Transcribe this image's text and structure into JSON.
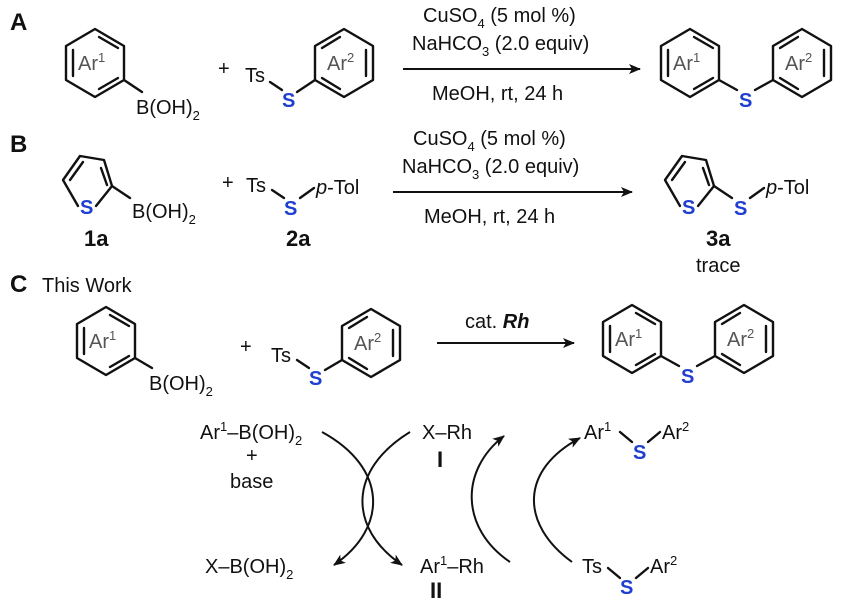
{
  "section_a": {
    "label": "A",
    "boronic": "B(OH)",
    "plus": "+",
    "ts": "Ts",
    "s": "S",
    "ar1": "Ar",
    "ar1_sup": "1",
    "ar2": "Ar",
    "ar2_sup": "2",
    "b_sub": "2",
    "cond_line1_a": "CuSO",
    "cond_line1_sub": "4",
    "cond_line1_b": " (5 mol %)",
    "cond_line2_a": "NaHCO",
    "cond_line2_sub": "3",
    "cond_line2_b": " (2.0 equiv)",
    "cond_line3": "MeOH, rt, 24 h"
  },
  "section_b": {
    "label": "B",
    "boronic": "B(OH)",
    "b_sub": "2",
    "plus": "+",
    "ts": "Ts",
    "s": "S",
    "ptol": "p",
    "ptol_rest": "-Tol",
    "cpd_1a": "1a",
    "cpd_2a": "2a",
    "cpd_3a": "3a",
    "result": "trace",
    "cond_line1_a": "CuSO",
    "cond_line1_sub": "4",
    "cond_line1_b": " (5 mol %)",
    "cond_line2_a": "NaHCO",
    "cond_line2_sub": "3",
    "cond_line2_b": " (2.0 equiv)",
    "cond_line3": "MeOH, rt, 24 h"
  },
  "section_c": {
    "label": "C",
    "title": "This Work",
    "boronic": "B(OH)",
    "b_sub": "2",
    "plus": "+",
    "ts": "Ts",
    "s": "S",
    "catalyst_prefix": "cat. ",
    "catalyst": "Rh"
  },
  "cycle": {
    "ar1b": "Ar",
    "ar1b_sup": "1",
    "ar1b_rest": "–B(OH)",
    "ar1b_sub": "2",
    "plus": "+",
    "base": "base",
    "xrh": "X–Rh",
    "roman1": "I",
    "product_ar1": "Ar",
    "product_sup1": "1",
    "product_s": "S",
    "product_ar2": "Ar",
    "product_sup2": "2",
    "xb": "X–B(OH)",
    "xb_sub": "2",
    "ar1rh": "Ar",
    "ar1rh_sup": "1",
    "ar1rh_rest": "–Rh",
    "roman2": "II",
    "ts": "Ts",
    "s": "S",
    "sulf_ar2": "Ar",
    "sulf_sup2": "2"
  }
}
